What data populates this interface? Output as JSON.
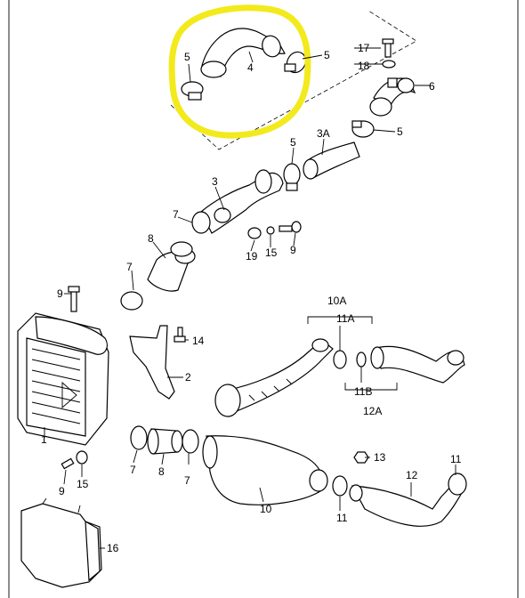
{
  "highlight_color": "#f2ea1c",
  "labels": {
    "l1": "1",
    "l2": "2",
    "l3": "3",
    "l3a": "3A",
    "l4": "4",
    "l5a": "5",
    "l5b": "5",
    "l5c": "5",
    "l5d": "5",
    "l6": "6",
    "l7a": "7",
    "l7b": "7",
    "l7c": "7",
    "l7d": "7",
    "l8a": "8",
    "l8b": "8",
    "l9a": "9",
    "l9b": "9",
    "l9c": "9",
    "l10": "10",
    "l10a": "10A",
    "l11a": "11A",
    "l11b": "11B",
    "l11c": "11",
    "l11d": "11",
    "l12": "12",
    "l12a": "12A",
    "l13": "13",
    "l14": "14",
    "l15a": "15",
    "l15b": "15",
    "l16": "16",
    "l17": "17",
    "l18": "18",
    "l19": "19"
  }
}
